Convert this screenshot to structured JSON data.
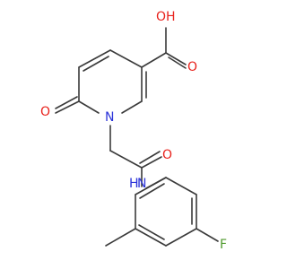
{
  "molecule": {
    "atoms": {
      "carboxyl_oh": "OH",
      "carboxyl_o": "O",
      "ring_o": "O",
      "ring_n": "N",
      "amide_o": "O",
      "amide_n": "N",
      "amide_h": "H",
      "fluorine": "F"
    },
    "colors": {
      "carbon_bond": "#3a3a3a",
      "oxygen": "#e8221c",
      "nitrogen": "#2b33d9",
      "fluorine": "#4f9a2e"
    }
  }
}
